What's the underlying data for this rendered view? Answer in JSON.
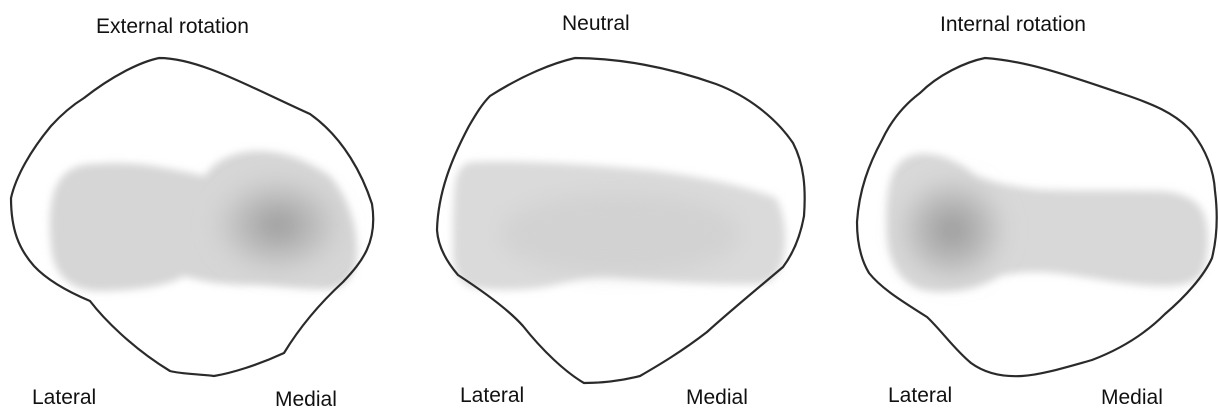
{
  "panels": [
    {
      "title": "External rotation",
      "lateral_label": "Lateral",
      "medial_label": "Medial"
    },
    {
      "title": "Neutral",
      "lateral_label": "Lateral",
      "medial_label": "Medial"
    },
    {
      "title": "Internal rotation",
      "lateral_label": "Lateral",
      "medial_label": "Medial"
    }
  ],
  "colors": {
    "outline": "#2a2a2a",
    "contact_light": "#d7d7d7",
    "contact_mid": "#c8c8c8",
    "contact_dark": "#a9a9a9"
  }
}
